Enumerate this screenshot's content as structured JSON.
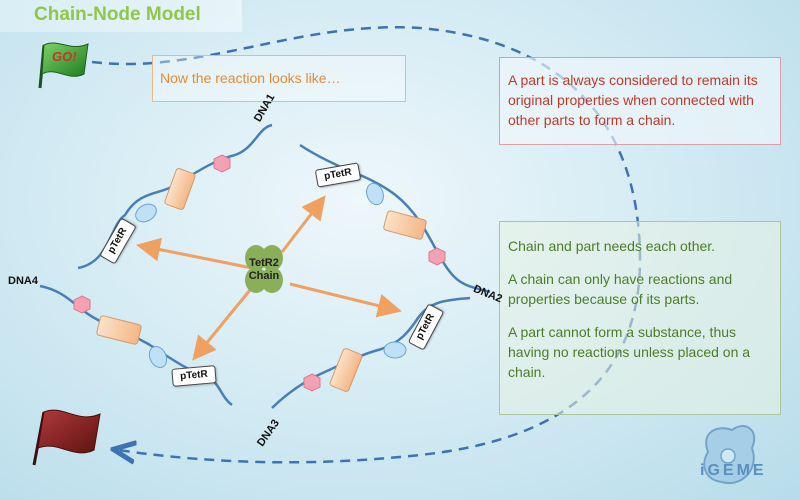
{
  "header": {
    "title": "Chain-Node Model"
  },
  "flags": {
    "go_label": "GO!"
  },
  "notes": {
    "orange": "Now the reaction looks like…",
    "red": "A part is always considered to remain its original properties when connected with other parts to form a chain.",
    "green": [
      "Chain and part needs each other.",
      "A chain can only have reactions and properties because of its parts.",
      "A part cannot form a substance, thus having no reactions unless placed on a chain."
    ]
  },
  "diagram": {
    "chains": [
      "DNA1",
      "DNA2",
      "DNA3",
      "DNA4"
    ],
    "promoter_label": "pTetR",
    "node": {
      "line1": "TetR2",
      "line2": "Chain"
    }
  },
  "logo": {
    "text": "iGEME"
  },
  "colors": {
    "title": "#8dc63f",
    "orange_text": "#e48b3a",
    "red_text": "#c0392b",
    "green_text": "#4a7d29",
    "arrow": "#f0a060",
    "dna_line": "#4a7fb5",
    "node": "#8aae5a"
  }
}
